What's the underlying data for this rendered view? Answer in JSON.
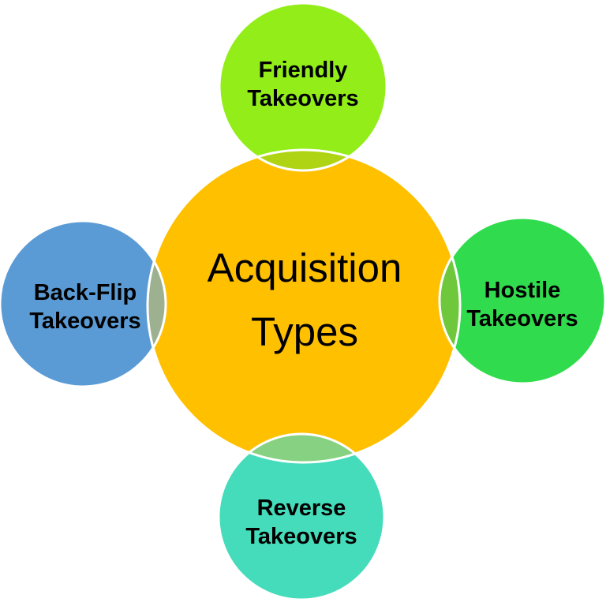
{
  "diagram_title": "Acquisition Types",
  "background_color": "#FFFFFF",
  "text_color": "#000000",
  "center": {
    "id": "acquisition-types",
    "lines": [
      "Acquisition",
      "Types"
    ],
    "color": "#FFC000"
  },
  "nodes": [
    {
      "id": "friendly-takeovers",
      "position": "top",
      "lines": [
        "Friendly",
        "Takeovers"
      ],
      "color": "#92ED19",
      "overlap_color": "#AFD414"
    },
    {
      "id": "hostile-takeovers",
      "position": "right",
      "lines": [
        "Hostile",
        "Takeovers"
      ],
      "color": "#30DC4D",
      "overlap_color": "#6FC83C"
    },
    {
      "id": "reverse-takeovers",
      "position": "bottom",
      "lines": [
        "Reverse",
        "Takeovers"
      ],
      "color": "#44DCBA",
      "overlap_color": "#86D282"
    },
    {
      "id": "back-flip-takeovers",
      "position": "left",
      "lines": [
        "Back-Flip",
        "Takeovers"
      ],
      "color": "#5B9BD5",
      "overlap_color": "#9DB191"
    }
  ]
}
